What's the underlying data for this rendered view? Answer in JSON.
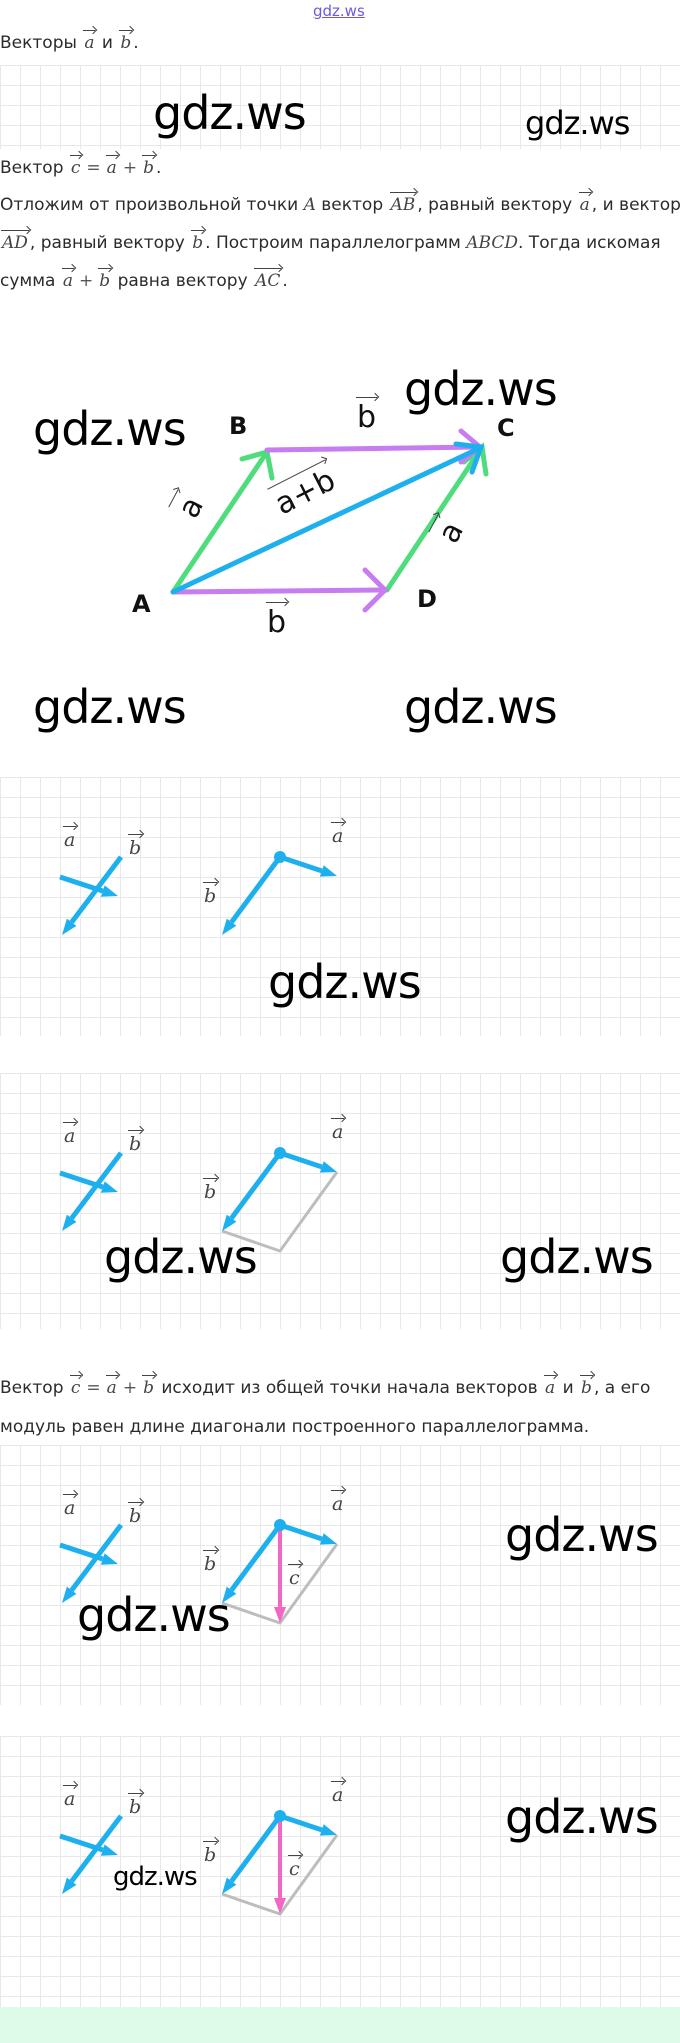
{
  "watermark": "gdz.ws",
  "top_link": "gdz.ws",
  "line1": {
    "before": "Векторы ",
    "a": "a",
    "and": " и ",
    "b": "b",
    "end": "."
  },
  "line2": {
    "before": "Вектор ",
    "c": "c",
    "eq": "=",
    "a": "a",
    "plus": "+",
    "b": "b",
    "end": "."
  },
  "para": {
    "l1_a": "Отложим от произвольной точки ",
    "l1_A": "A",
    "l1_b": " вектор ",
    "l1_AB": "AB",
    "l1_c": ", равный вектору ",
    "l1_vec": "a",
    "l1_d": ", и вектор",
    "l2_AD": "AD",
    "l2_a": ", равный вектору ",
    "l2_vec": "b",
    "l2_b": ". Построим параллелограмм ",
    "l2_ABCD": "ABCD",
    "l2_c": ". Тогда искомая",
    "l3_a": "сумма ",
    "l3_va": "a",
    "l3_plus": "+",
    "l3_vb": "b",
    "l3_b": " равна вектору ",
    "l3_AC": "AC",
    "l3_c": "."
  },
  "diagram": {
    "points": [
      "A",
      "B",
      "C",
      "D"
    ],
    "label_b": "b",
    "label_a": "a",
    "label_sum": "a+b",
    "colors": {
      "a": "#4fdc7d",
      "b": "#c77cf0",
      "sum": "#1eb0ee"
    }
  },
  "para2": {
    "l1_a": "Вектор ",
    "c": "c",
    "eq": "=",
    "a": "a",
    "plus": "+",
    "b": "b",
    "l1_b": " исходит из общей точки начала векторов ",
    "a2": "a",
    "and": " и ",
    "b2": "b",
    "l1_c": ", а его",
    "l2": "модуль равен длине диагонали построенного параллелограмма."
  },
  "vectors": {
    "a": "a",
    "b": "b",
    "c": "c",
    "colors": {
      "vec": "#1eb0ee",
      "sum": "#f266c4",
      "side": "#bdbdbd"
    }
  }
}
